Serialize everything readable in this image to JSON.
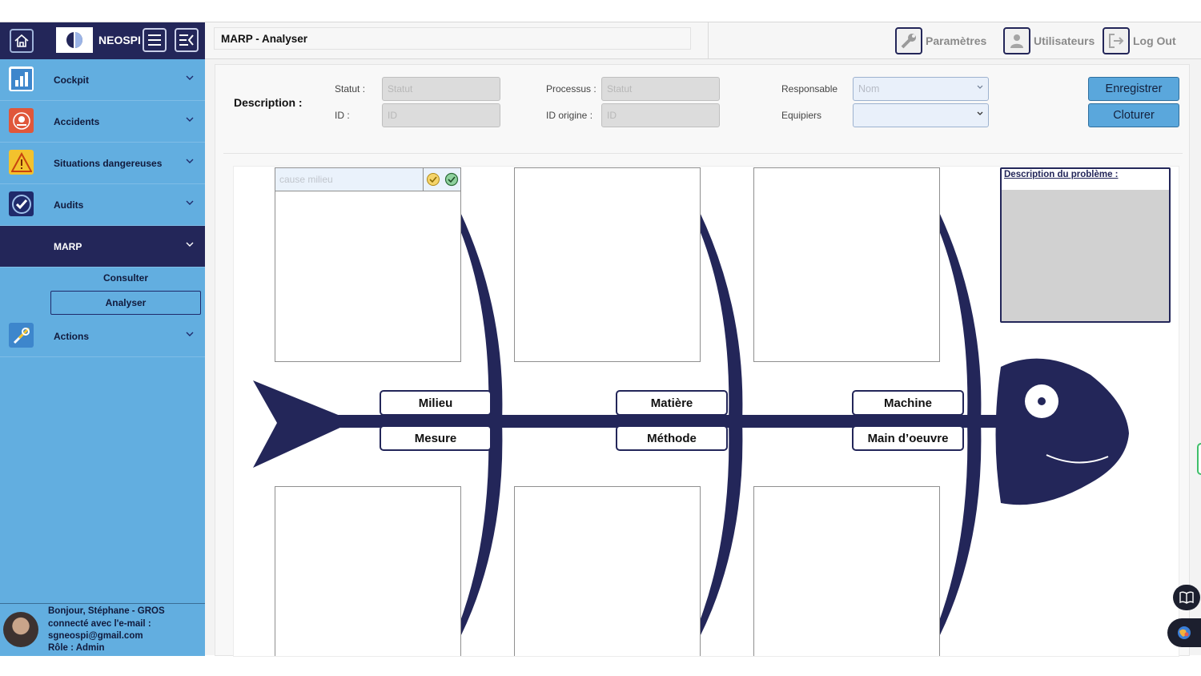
{
  "app": {
    "brand": "NEOSPI"
  },
  "sidebar": {
    "items": [
      {
        "label": "Cockpit",
        "icon": "bar-chart-icon"
      },
      {
        "label": "Accidents",
        "icon": "accident-icon"
      },
      {
        "label": "Situations dangereuses",
        "icon": "warning-icon"
      },
      {
        "label": "Audits",
        "icon": "check-badge-icon"
      },
      {
        "label": "MARP",
        "icon": "none"
      },
      {
        "label": "Actions",
        "icon": "tools-icon"
      }
    ],
    "submenu": [
      {
        "label": "Consulter"
      },
      {
        "label": "Analyser"
      }
    ]
  },
  "user": {
    "line1": "Bonjour, Stéphane - GROS",
    "line2": "connecté avec l'e-mail :",
    "line3": "sgneospi@gmail.com",
    "line4": "Rôle : Admin"
  },
  "header": {
    "title": "MARP - Analyser",
    "params_label": "Paramètres",
    "users_label": "Utilisateurs",
    "logout_label": "Log Out"
  },
  "description": {
    "title": "Description :",
    "statut_label": "Statut :",
    "statut_placeholder": "Statut",
    "id_label": "ID :",
    "id_placeholder": "ID",
    "processus_label": "Processus :",
    "processus_placeholder": "Statut",
    "id_origine_label": "ID origine :",
    "id_origine_placeholder": "ID",
    "responsable_label": "Responsable",
    "responsable_value": "Nom",
    "equipiers_label": "Equipiers",
    "equipiers_value": "",
    "save_label": "Enregistrer",
    "close_label": "Cloturer"
  },
  "ishikawa": {
    "cause_placeholder": "cause milieu",
    "categories": {
      "milieu": "Milieu",
      "matiere": "Matière",
      "machine": "Machine",
      "mesure": "Mesure",
      "methode": "Méthode",
      "main_oeuvre": "Main d’oeuvre"
    },
    "problem_title": "Description du problème :"
  },
  "colors": {
    "navy": "#232659",
    "sidebar_blue": "#62aee0",
    "button_blue": "#5aa7dc"
  }
}
